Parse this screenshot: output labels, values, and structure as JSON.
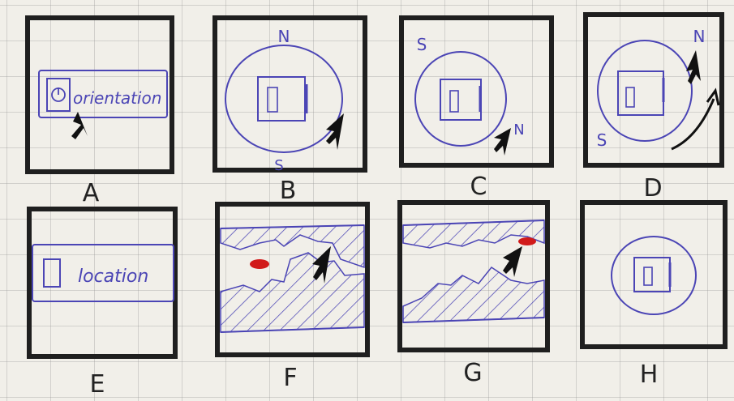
{
  "panels": [
    {
      "letter": "A",
      "button_label": "orientation"
    },
    {
      "letter": "B",
      "north": "N",
      "south": "S"
    },
    {
      "letter": "C",
      "north": "N",
      "south": "S"
    },
    {
      "letter": "D",
      "north": "N",
      "south": "S"
    },
    {
      "letter": "E",
      "button_label": "location"
    },
    {
      "letter": "F"
    },
    {
      "letter": "G"
    },
    {
      "letter": "H"
    }
  ],
  "colors": {
    "frame": "#1f1f1f",
    "ink": "#4b45b5",
    "marker": "#d11a1a",
    "paper": "#f1efe9"
  }
}
